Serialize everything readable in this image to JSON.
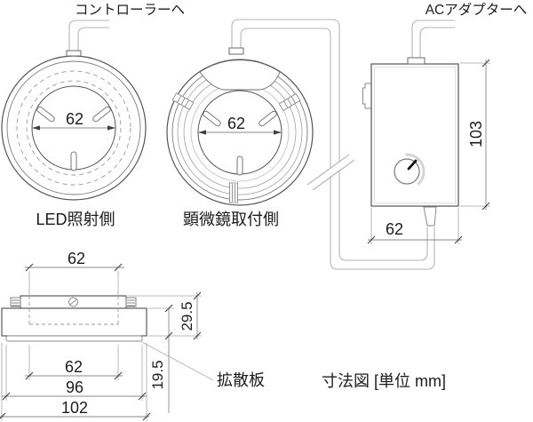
{
  "drawing": {
    "caption": "寸法図 [単位 mm]",
    "unit": "mm",
    "cable_labels": {
      "to_controller": "コントローラーへ",
      "to_ac_adapter": "ACアダプターへ"
    },
    "views": {
      "led_front": {
        "label": "LED照射側",
        "inner_diameter": "62"
      },
      "mount_front": {
        "label": "顕微鏡取付側",
        "inner_diameter": "62"
      },
      "controller": {
        "height": "103",
        "width": "62"
      },
      "side": {
        "bore_top": "62",
        "total_height": "29.5",
        "body_height": "19.5",
        "bore_bottom": "62",
        "plate_width": "96",
        "overall_width": "102",
        "plate_label": "拡散板"
      }
    }
  }
}
